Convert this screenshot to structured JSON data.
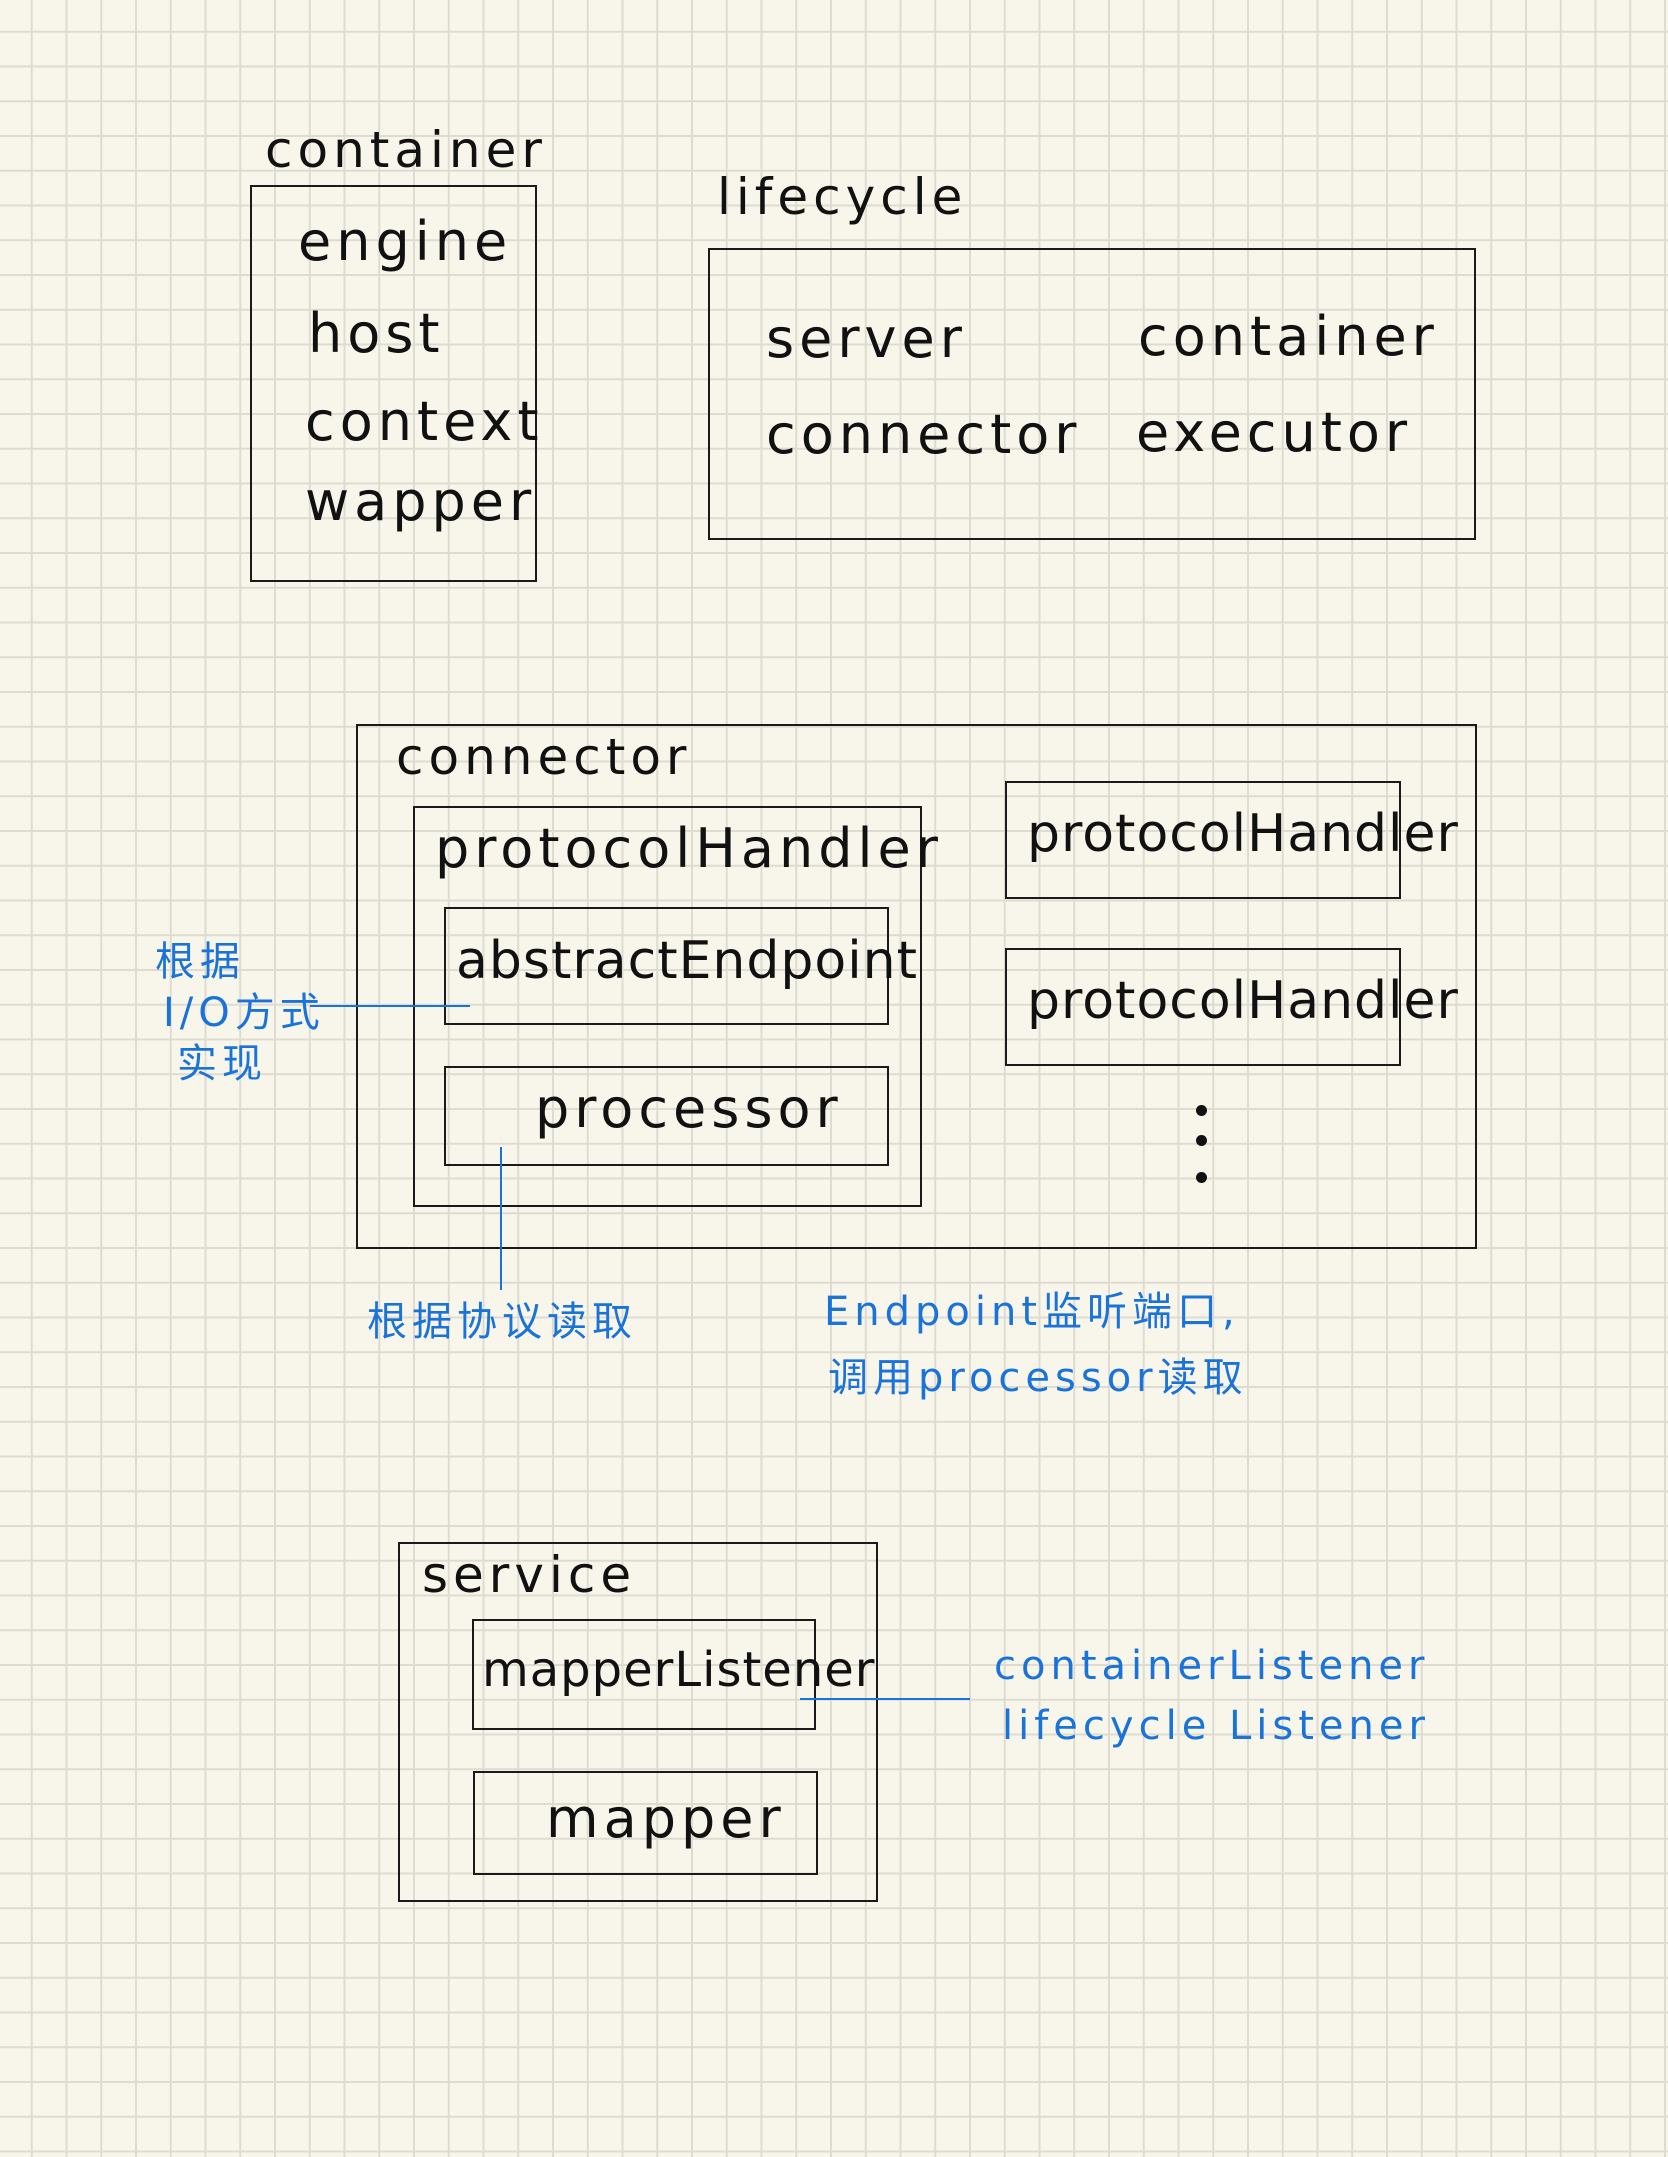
{
  "container_group": {
    "title": "container",
    "items": [
      "engine",
      "host",
      "context",
      "wapper"
    ]
  },
  "lifecycle_group": {
    "title": "lifecycle",
    "items": [
      "server",
      "container",
      "connector",
      "executor"
    ]
  },
  "connector_group": {
    "title": "connector",
    "protocol_handler_main": "protocolHandler",
    "abstract_endpoint": "abstractEndpoint",
    "processor": "processor",
    "protocol_handler_2": "protocolHandler",
    "protocol_handler_3": "protocolHandler"
  },
  "annotations": {
    "io_note": [
      "根据",
      "I/O方式",
      "实现"
    ],
    "protocol_note": "根据协议读取",
    "endpoint_note": [
      "Endpoint监听端口,",
      "调用processor读取"
    ],
    "listener_note": [
      "containerListener",
      "lifecycle Listener"
    ]
  },
  "service_group": {
    "title": "service",
    "mapper_listener": "mapperListener",
    "mapper": "mapper"
  },
  "colors": {
    "ink": "#111111",
    "annotation": "#1a73d9",
    "paper": "#f8f6ea",
    "grid": "#dedbd0"
  }
}
